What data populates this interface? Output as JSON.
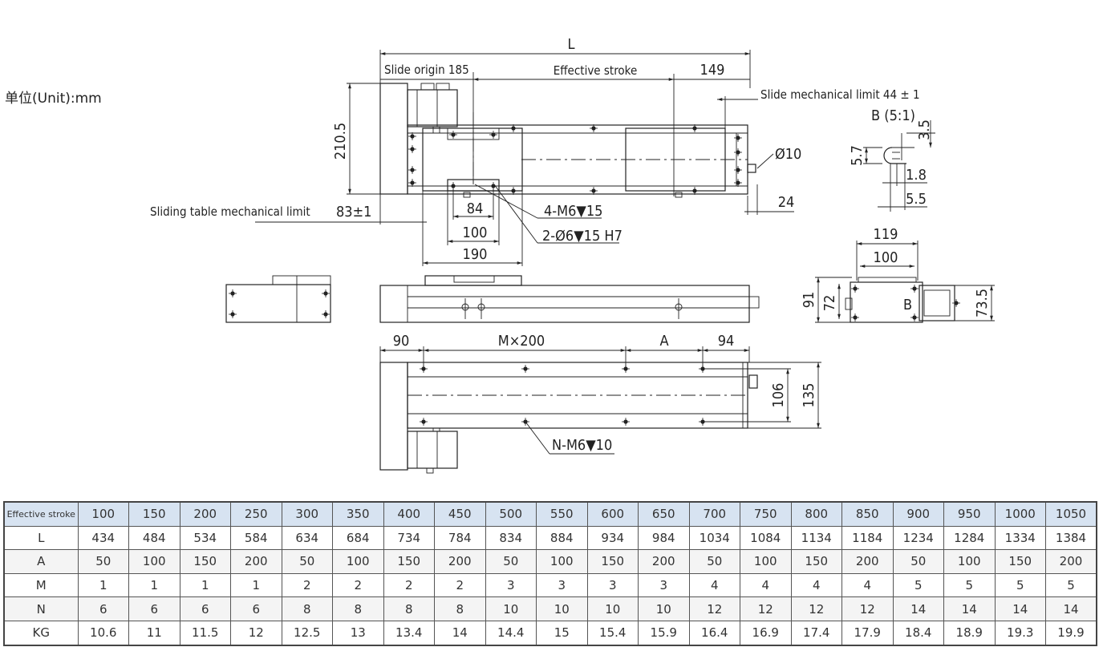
{
  "unit_label": "单位(Unit):mm",
  "drawing_labels": {
    "L": "L",
    "slide_origin": "Slide origin 185",
    "effective_stroke": "Effective stroke",
    "d149": "149",
    "slide_mech_limit": "Slide mechanical limit 44 ± 1",
    "detail_b": "B (5:1)",
    "d3_5": "3.5",
    "d5_7": "5.7",
    "d1_8": "1.8",
    "d5_5": "5.5",
    "d210_5": "210.5",
    "phi10": "Ø10",
    "d24": "24",
    "sliding_table_limit": "Sliding table mechanical limit",
    "d83": "83±1",
    "d84": "84",
    "d100a": "100",
    "d190": "190",
    "m6": "4-M6▼15",
    "phi6": "2-Ø6▼15 H7",
    "d119": "119",
    "d100b": "100",
    "d91": "91",
    "d72": "72",
    "d73_5": "73.5",
    "B": "B",
    "d90": "90",
    "mx200": "M×200",
    "A": "A",
    "d94": "94",
    "d106": "106",
    "d135": "135",
    "nm6": "N-M6▼10"
  },
  "table": {
    "rows": [
      {
        "label": "Effective stroke",
        "values": [
          "100",
          "150",
          "200",
          "250",
          "300",
          "350",
          "400",
          "450",
          "500",
          "550",
          "600",
          "650",
          "700",
          "750",
          "800",
          "850",
          "900",
          "950",
          "1000",
          "1050"
        ]
      },
      {
        "label": "L",
        "values": [
          "434",
          "484",
          "534",
          "584",
          "634",
          "684",
          "734",
          "784",
          "834",
          "884",
          "934",
          "984",
          "1034",
          "1084",
          "1134",
          "1184",
          "1234",
          "1284",
          "1334",
          "1384"
        ]
      },
      {
        "label": "A",
        "values": [
          "50",
          "100",
          "150",
          "200",
          "50",
          "100",
          "150",
          "200",
          "50",
          "100",
          "150",
          "200",
          "50",
          "100",
          "150",
          "200",
          "50",
          "100",
          "150",
          "200"
        ]
      },
      {
        "label": "M",
        "values": [
          "1",
          "1",
          "1",
          "1",
          "2",
          "2",
          "2",
          "2",
          "3",
          "3",
          "3",
          "3",
          "4",
          "4",
          "4",
          "4",
          "5",
          "5",
          "5",
          "5"
        ]
      },
      {
        "label": "N",
        "values": [
          "6",
          "6",
          "6",
          "6",
          "8",
          "8",
          "8",
          "8",
          "10",
          "10",
          "10",
          "10",
          "12",
          "12",
          "12",
          "12",
          "14",
          "14",
          "14",
          "14"
        ]
      },
      {
        "label": "KG",
        "values": [
          "10.6",
          "11",
          "11.5",
          "12",
          "12.5",
          "13",
          "13.4",
          "14",
          "14.4",
          "15",
          "15.4",
          "15.9",
          "16.4",
          "16.9",
          "17.4",
          "17.9",
          "18.4",
          "18.9",
          "19.3",
          "19.9"
        ]
      }
    ]
  }
}
